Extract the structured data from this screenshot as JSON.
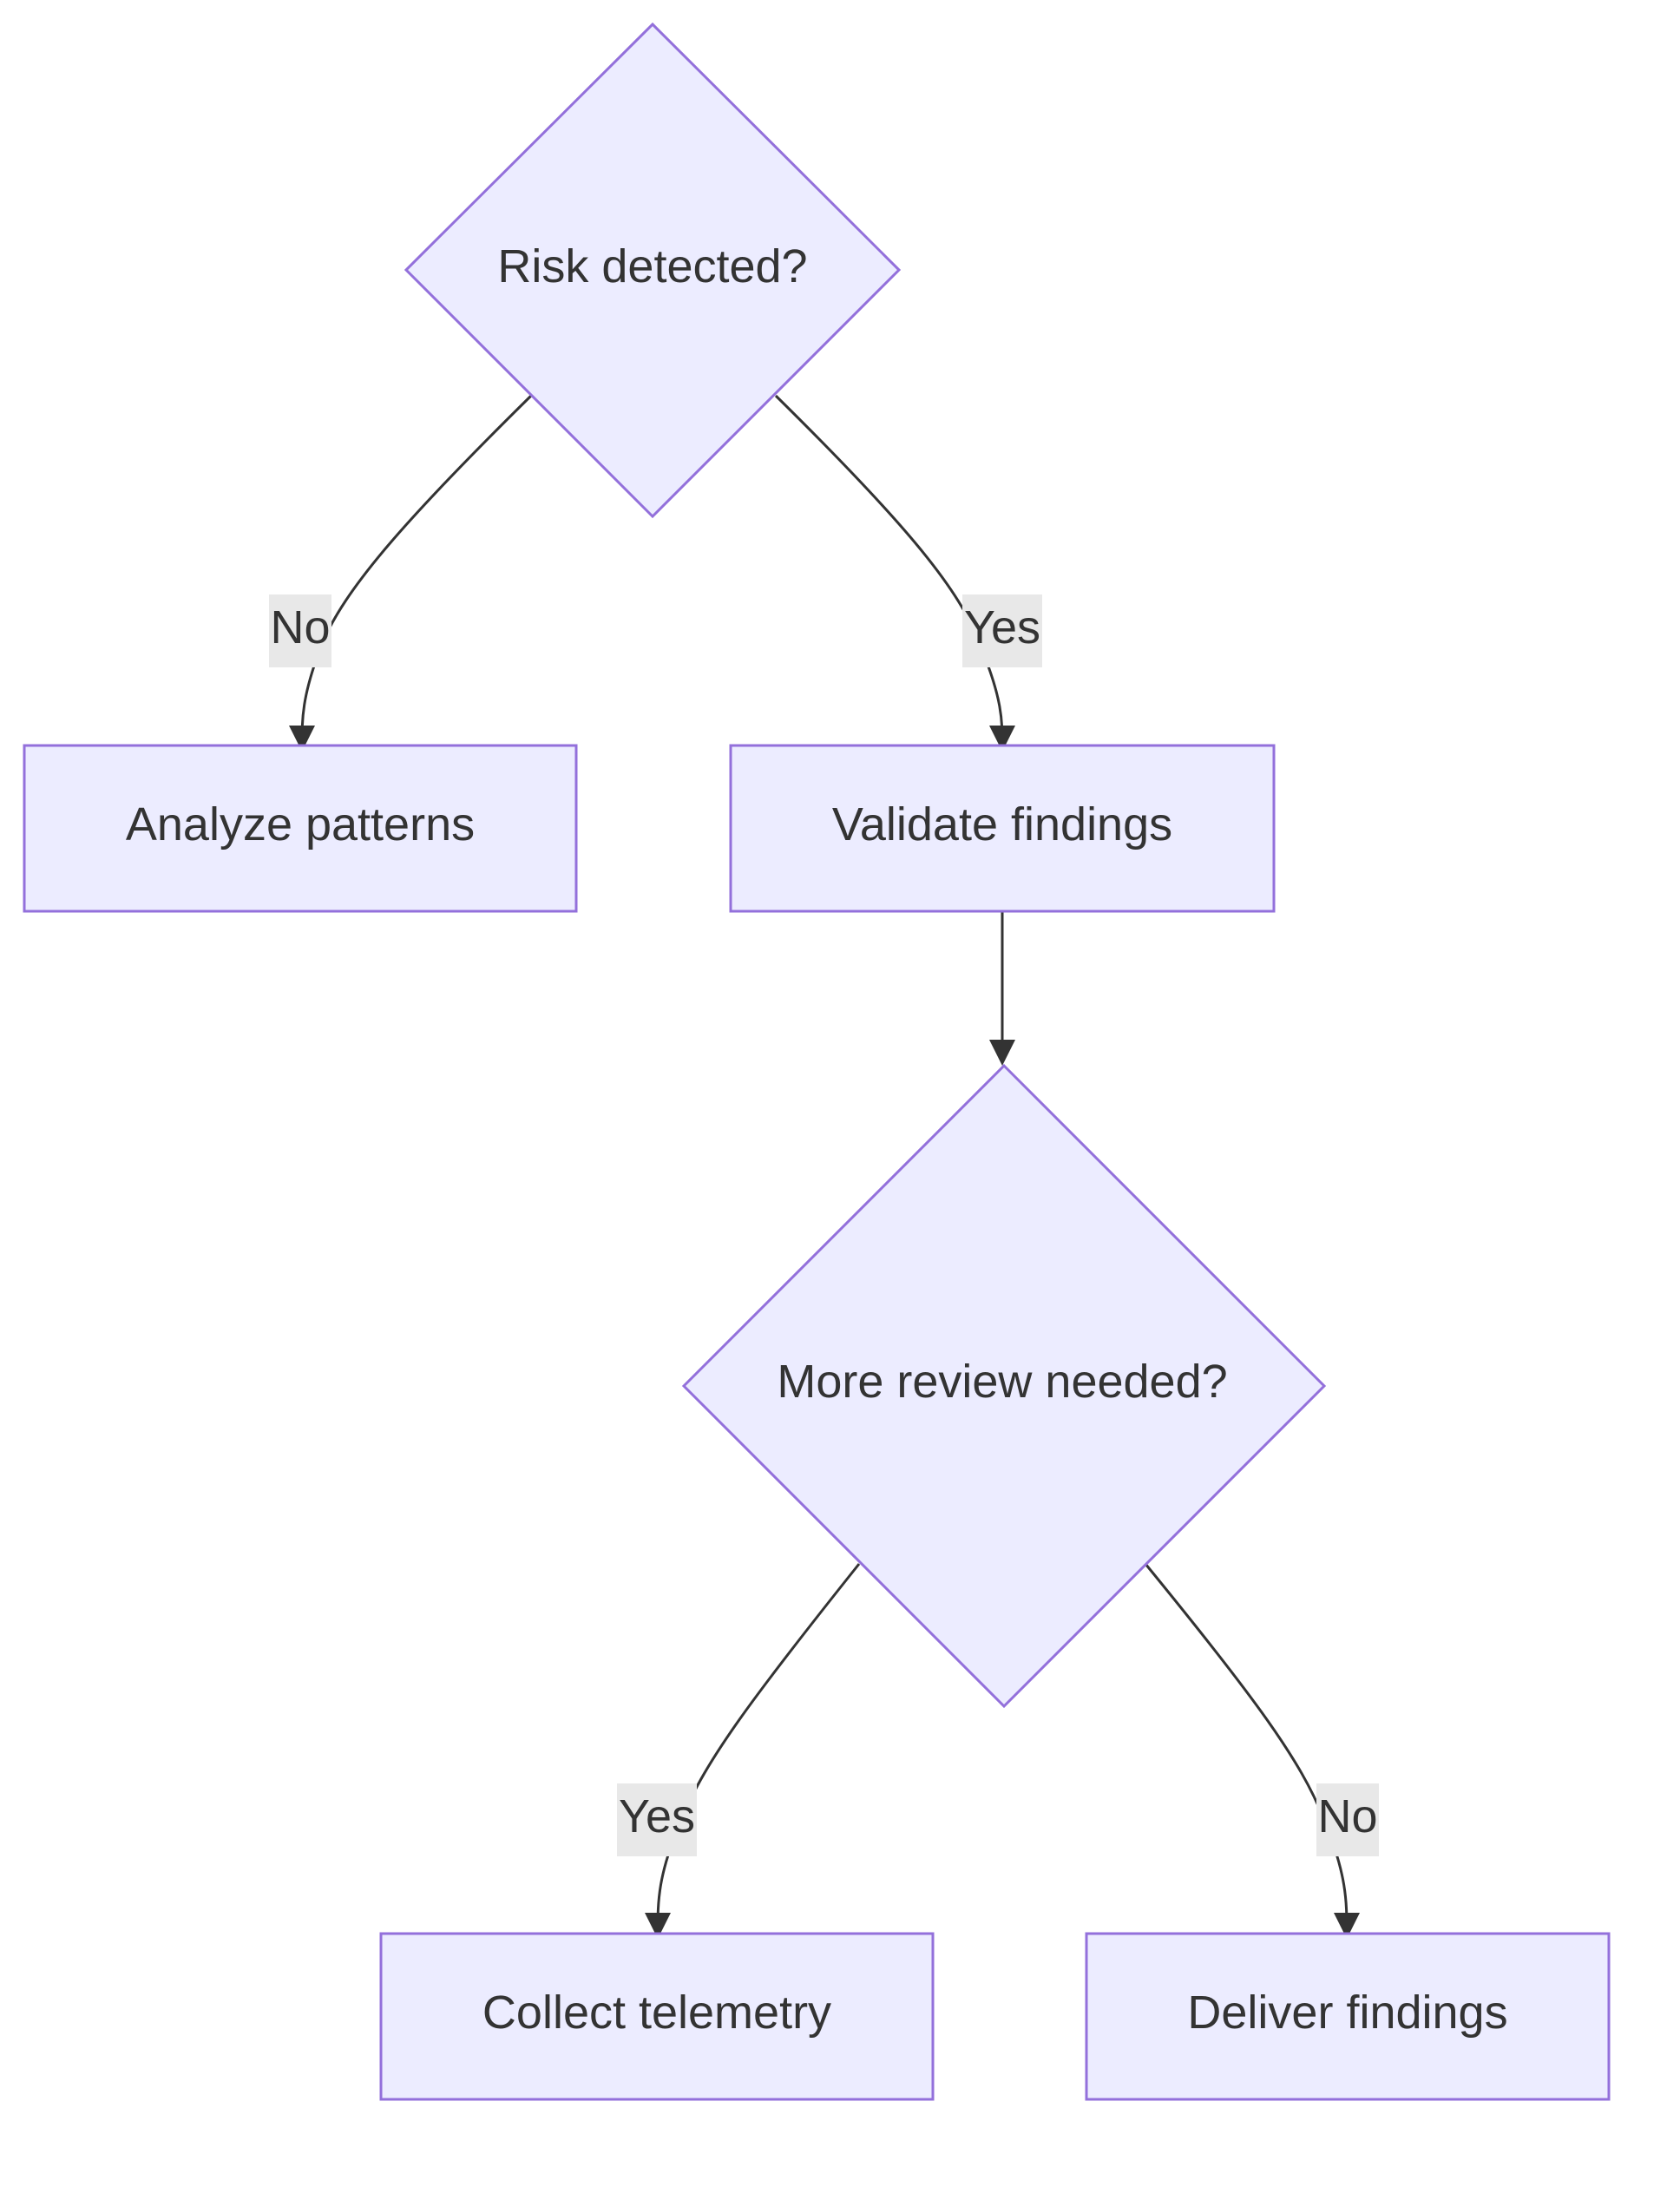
{
  "diagram": {
    "type": "flowchart",
    "colors": {
      "node_fill": "#ECECFF",
      "node_stroke": "#9370DB",
      "edge": "#333333",
      "edge_label_bg": "#E8E8E8",
      "text": "#333333"
    },
    "nodes": {
      "risk": {
        "label": "Risk detected?",
        "shape": "diamond"
      },
      "analyze": {
        "label": "Analyze patterns",
        "shape": "rect"
      },
      "validate": {
        "label": "Validate findings",
        "shape": "rect"
      },
      "review": {
        "label": "More review needed?",
        "shape": "diamond"
      },
      "collect": {
        "label": "Collect telemetry",
        "shape": "rect"
      },
      "deliver": {
        "label": "Deliver findings",
        "shape": "rect"
      }
    },
    "edges": {
      "risk_analyze": {
        "from": "risk",
        "to": "analyze",
        "label": "No"
      },
      "risk_validate": {
        "from": "risk",
        "to": "validate",
        "label": "Yes"
      },
      "validate_review": {
        "from": "validate",
        "to": "review",
        "label": ""
      },
      "review_collect": {
        "from": "review",
        "to": "collect",
        "label": "Yes"
      },
      "review_deliver": {
        "from": "review",
        "to": "deliver",
        "label": "No"
      }
    }
  }
}
